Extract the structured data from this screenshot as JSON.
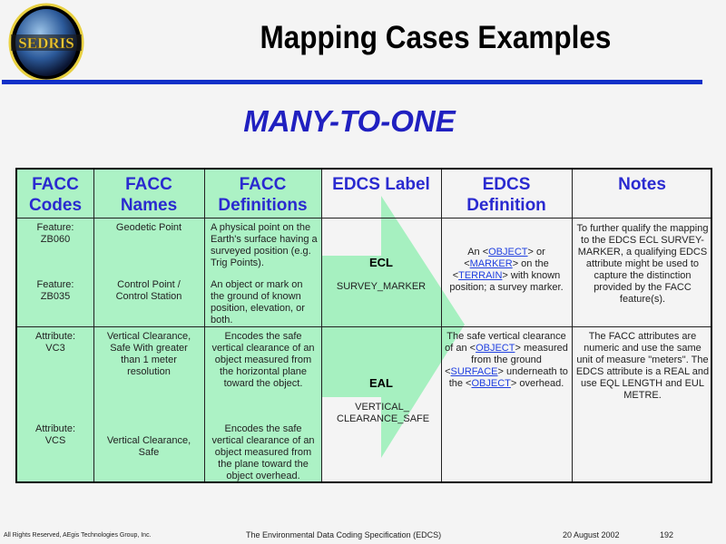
{
  "header": {
    "logo_text": "SEDRIS",
    "title": "Mapping Cases Examples"
  },
  "subtitle": "MANY-TO-ONE",
  "table": {
    "columns": [
      {
        "line1": "FACC",
        "line2": "Codes"
      },
      {
        "line1": "FACC",
        "line2": "Names"
      },
      {
        "line1": "FACC",
        "line2": "Definitions"
      },
      {
        "line1": "EDCS Label",
        "line2": ""
      },
      {
        "line1": "EDCS",
        "line2": "Definition"
      },
      {
        "line1": "Notes",
        "line2": ""
      }
    ],
    "row1": {
      "code_a": {
        "type": "Feature:",
        "code": "ZB060"
      },
      "code_b": {
        "type": "Feature:",
        "code": "ZB035"
      },
      "name_a": "Geodetic Point",
      "name_b": "Control Point / Control Station",
      "def_a": "A physical point on the Earth's surface having a surveyed position (e.g. Trig Points).",
      "def_b": "An object or mark on the ground of known position, elevation, or both.",
      "edcs_code": "ECL",
      "edcs_label": "SURVEY_MARKER",
      "edcs_def": {
        "t1": "An <",
        "l1": "OBJECT",
        "t2": "> or <",
        "l2": "MARKER",
        "t3": "> on the <",
        "l3": "TERRAIN",
        "t4": "> with known position; a survey marker."
      },
      "notes": "To further qualify the mapping to the EDCS ECL SURVEY-MARKER, a qualifying EDCS attribute might be used to capture the distinction provided by the FACC feature(s)."
    },
    "row2": {
      "code_a": {
        "type": "Attribute:",
        "code": "VC3"
      },
      "code_b": {
        "type": "Attribute:",
        "code": "VCS"
      },
      "name_a": "Vertical Clearance, Safe With greater than 1 meter resolution",
      "name_b": "Vertical Clearance, Safe",
      "def_a": "Encodes the safe vertical clearance of an object measured from the horizontal plane toward the object.",
      "def_b": "Encodes the safe vertical clearance of an object measured from the plane toward the object overhead.",
      "edcs_code": "EAL",
      "edcs_label": "VERTICAL_ CLEARANCE_SAFE",
      "edcs_def": {
        "t1": "The safe vertical clearance of an <",
        "l1": "OBJECT",
        "t2": "> measured from the ground <",
        "l2": "SURFACE",
        "t3": "> underneath to the <",
        "l3": "OBJECT",
        "t4": "> overhead."
      },
      "notes": "The FACC attributes are numeric and use the same unit of measure \"meters\". The EDCS attribute is a REAL and use EQL LENGTH and EUL METRE."
    }
  },
  "footer": {
    "copyright": "All Rights Reserved, AEgis Technologies Group, Inc.",
    "doc": "The Environmental Data Coding Specification (EDCS)",
    "date": "20 August 2002",
    "page": "192"
  },
  "colors": {
    "accent": "#1030c8",
    "header_text": "#2a2ad0",
    "green": "#a6f0c0",
    "link": "#2040e0"
  }
}
